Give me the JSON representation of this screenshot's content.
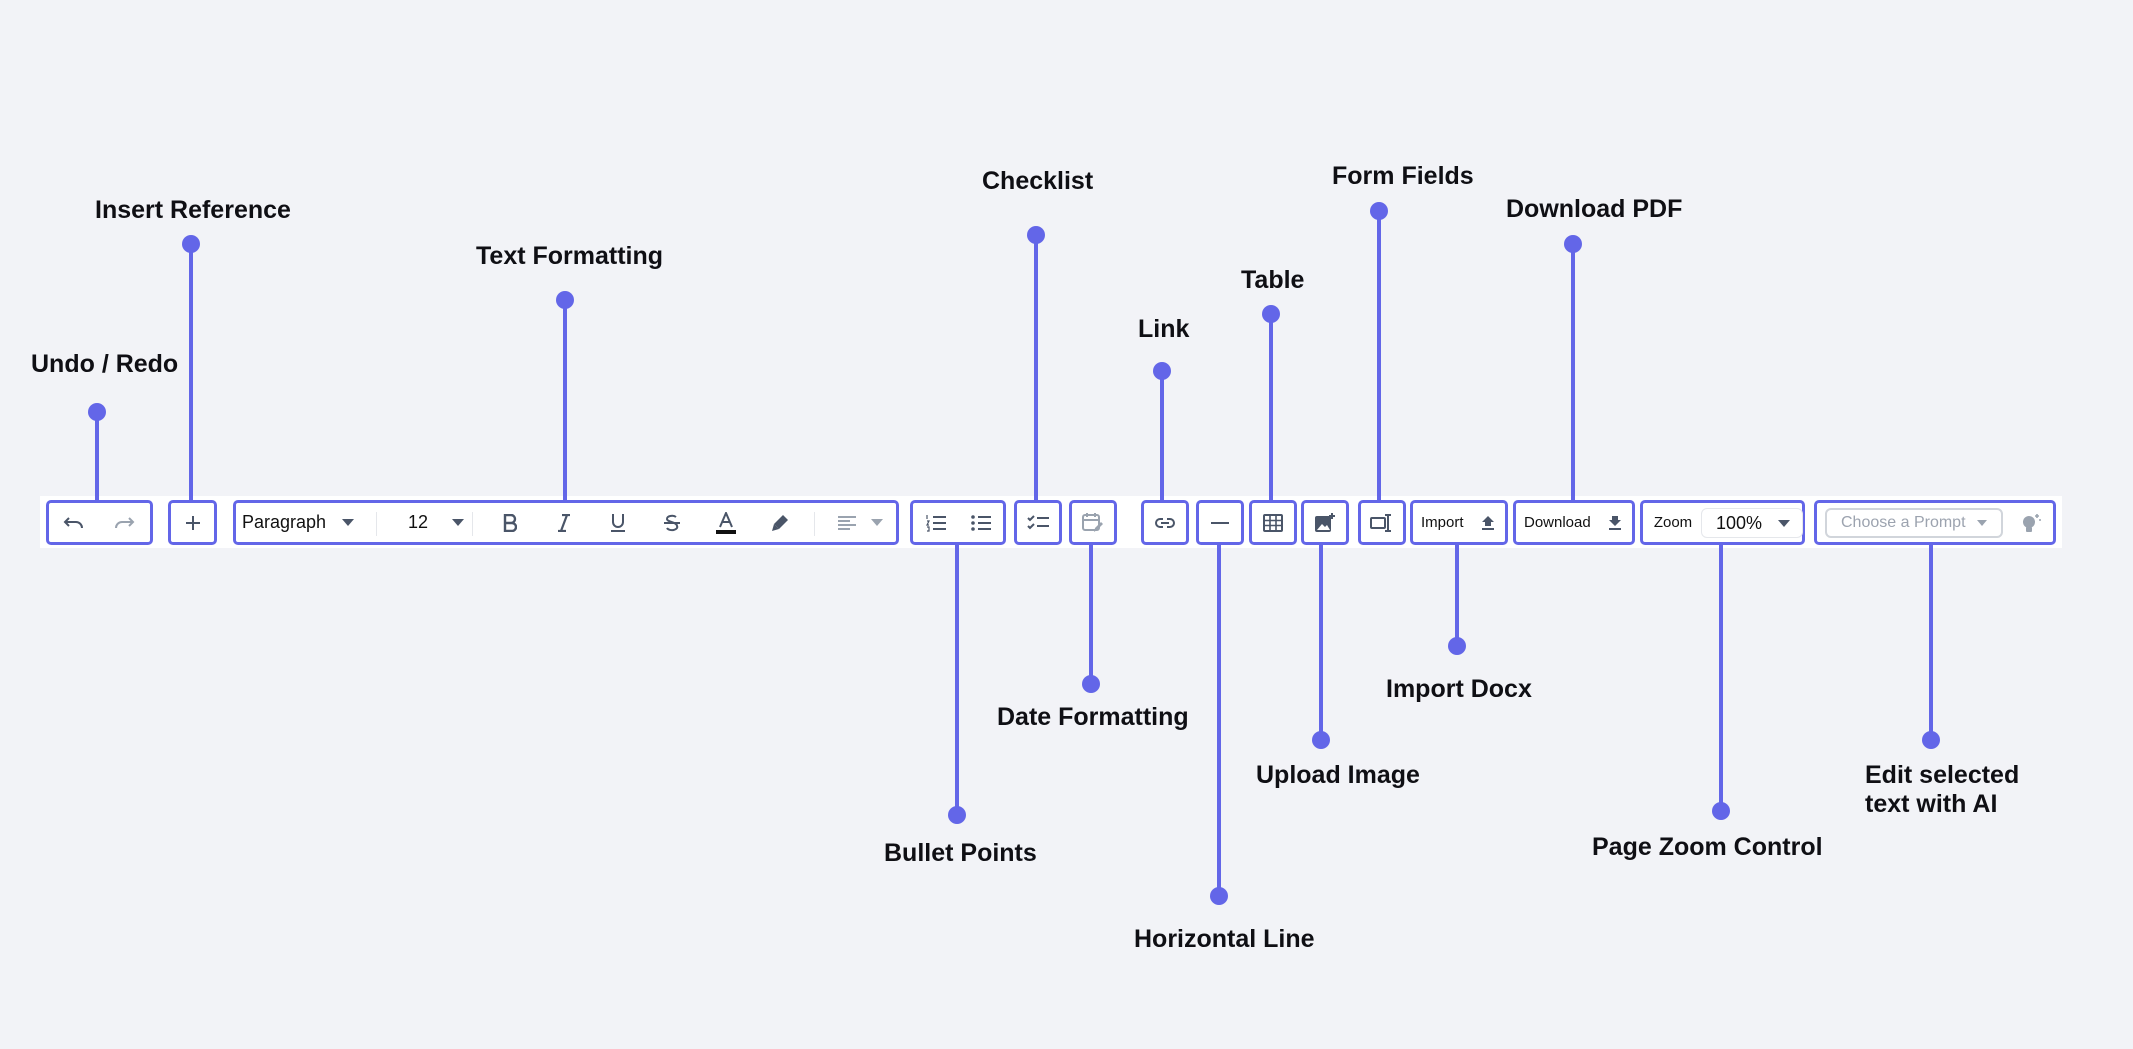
{
  "toolbar": {
    "paragraph_style": "Paragraph",
    "font_size": "12",
    "import_label": "Import",
    "download_label": "Download",
    "zoom_label": "Zoom",
    "zoom_value": "100%",
    "prompt_placeholder": "Choose a Prompt",
    "text_color": "#111111",
    "accent_color": "#6366e8"
  },
  "annotations": {
    "undo_redo": "Undo / Redo",
    "insert_reference": "Insert Reference",
    "text_formatting": "Text Formatting",
    "checklist": "Checklist",
    "form_fields": "Form Fields",
    "download_pdf": "Download PDF",
    "table": "Table",
    "link": "Link",
    "date_formatting": "Date Formatting",
    "bullet_points": "Bullet Points",
    "horizontal_line": "Horizontal Line",
    "upload_image": "Upload Image",
    "import_docx": "Import Docx",
    "page_zoom_control": "Page Zoom Control",
    "edit_ai_line1": "Edit selected",
    "edit_ai_line2": "text with AI"
  },
  "icons": [
    "undo-icon",
    "redo-icon",
    "plus-icon",
    "chevron-down-icon",
    "bold-icon",
    "italic-icon",
    "underline-icon",
    "strikethrough-icon",
    "text-color-icon",
    "highlighter-icon",
    "align-left-icon",
    "numbered-list-icon",
    "bullet-list-icon",
    "checklist-icon",
    "calendar-edit-icon",
    "link-icon",
    "horizontal-rule-icon",
    "table-icon",
    "image-upload-icon",
    "form-field-icon",
    "upload-icon",
    "download-icon",
    "lightbulb-sparkle-icon"
  ]
}
